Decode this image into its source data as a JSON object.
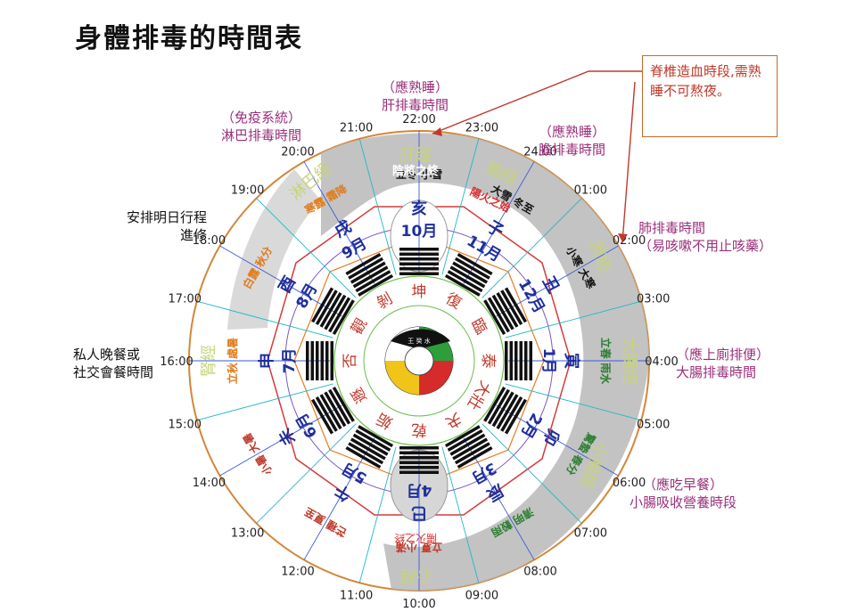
{
  "title": "身體排毒的時間表",
  "callout": {
    "text": "脊椎造血時段,需熟睡不可熬夜。"
  },
  "notes": {
    "liver": {
      "line1": "（應熟睡）",
      "line2": "肝排毒時間"
    },
    "lymph": {
      "line1": "（免疫系統）",
      "line2": "淋巴排毒時間"
    },
    "gallbladder": {
      "line1": "（應熟睡）",
      "line2": "膽排毒時間"
    },
    "lung": {
      "line1": "肺排毒時間",
      "line2": "（易咳嗽不用止咳藥）"
    },
    "large_intestine": {
      "line1": "（應上廁排便）",
      "line2": "大腸排毒時間"
    },
    "small_intestine": {
      "line1": "（應吃早餐）",
      "line2": "小腸吸收營養時段"
    },
    "plan": {
      "line1": "安排明日行程",
      "line2": "進修"
    },
    "dinner": {
      "line1": "私人晚餐或",
      "line2": "社交會餐時間"
    }
  },
  "times": [
    "22:00",
    "23:00",
    "24:00",
    "01:00",
    "02:00",
    "03:00",
    "04:00",
    "05:00",
    "06:00",
    "07:00",
    "08:00",
    "09:00",
    "10:00",
    "11:00",
    "12:00",
    "13:00",
    "14:00",
    "15:00",
    "16:00",
    "17:00",
    "18:00",
    "19:00",
    "20:00",
    "21:00"
  ],
  "organs": {
    "liver": "肝經",
    "gallbladder": "膽經",
    "lung": "肺經",
    "large_intestine": "大腸經",
    "small_intestine": "小腸經",
    "heart": "心經",
    "kidney": "腎經",
    "lymph": "淋巴經"
  },
  "yin_end": "陰將之終",
  "yang_start": "陽火之始",
  "yang_start_bottom": "陽火之終",
  "branches": [
    "亥",
    "子",
    "丑",
    "寅",
    "卯",
    "辰",
    "巳",
    "午",
    "未",
    "申",
    "酉",
    "戌"
  ],
  "months": [
    "10月",
    "11月",
    "12月",
    "1月",
    "2月",
    "3月",
    "4月",
    "5月",
    "6月",
    "7月",
    "8月",
    "9月"
  ],
  "hexagrams": [
    "坤",
    "復",
    "臨",
    "泰",
    "大壯",
    "夬",
    "乾",
    "姤",
    "遯",
    "否",
    "觀",
    "剝"
  ],
  "solar_terms": [
    "立冬 小雪",
    "大雪 冬至",
    "小寒 大寒",
    "立春 雨水",
    "驚蟄 春分",
    "清明 穀雨",
    "立夏 小滿",
    "芒種 夏至",
    "小暑 大暑",
    "立秋 處暑",
    "白露 秋分",
    "寒露 霜降"
  ],
  "center_label": "王 癸 水"
}
